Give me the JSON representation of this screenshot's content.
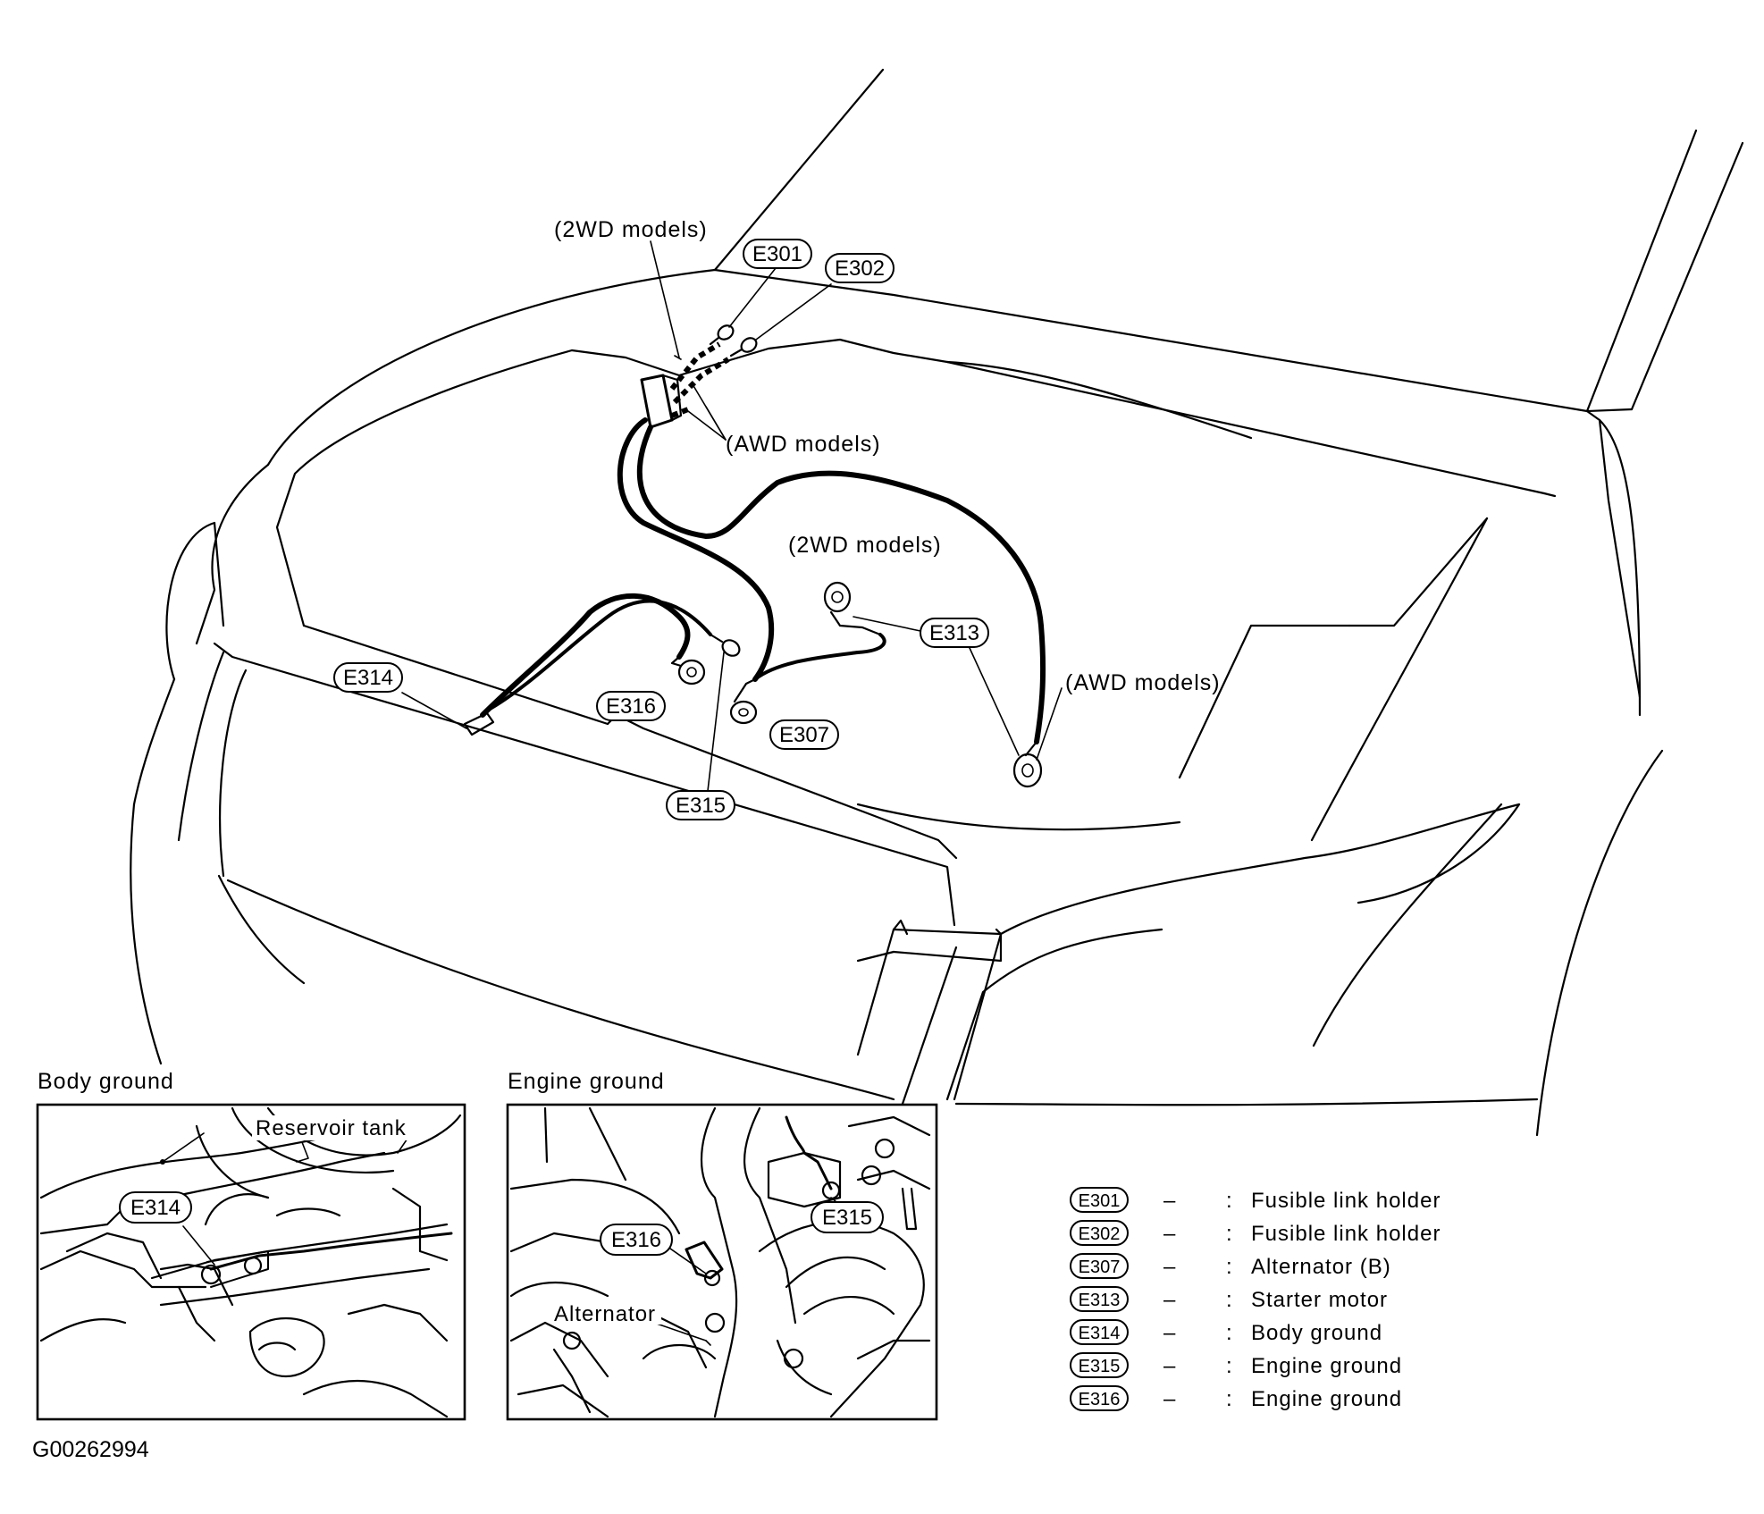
{
  "labels": {
    "wd2_top": "(2WD models)",
    "awd_top": "(AWD models)",
    "wd2_mid": "(2WD models)",
    "awd_right": "(AWD models)"
  },
  "connectors": {
    "e301": "E301",
    "e302": "E302",
    "e307": "E307",
    "e313": "E313",
    "e314": "E314",
    "e315": "E315",
    "e316": "E316"
  },
  "insets": {
    "body_ground": {
      "title": "Body ground",
      "reservoir_label": "Reservoir tank",
      "connector": "E314"
    },
    "engine_ground": {
      "title": "Engine ground",
      "alternator_label": "Alternator",
      "connector_a": "E316",
      "connector_b": "E315"
    }
  },
  "legend": [
    {
      "code": "E301",
      "dash": "–",
      "colon": ":",
      "desc": "Fusible link holder"
    },
    {
      "code": "E302",
      "dash": "–",
      "colon": ":",
      "desc": "Fusible link holder"
    },
    {
      "code": "E307",
      "dash": "–",
      "colon": ":",
      "desc": "Alternator (B)"
    },
    {
      "code": "E313",
      "dash": "–",
      "colon": ":",
      "desc": "Starter motor"
    },
    {
      "code": "E314",
      "dash": "–",
      "colon": ":",
      "desc": "Body ground"
    },
    {
      "code": "E315",
      "dash": "–",
      "colon": ":",
      "desc": "Engine ground"
    },
    {
      "code": "E316",
      "dash": "–",
      "colon": ":",
      "desc": "Engine ground"
    }
  ],
  "figure_id": "G00262994"
}
